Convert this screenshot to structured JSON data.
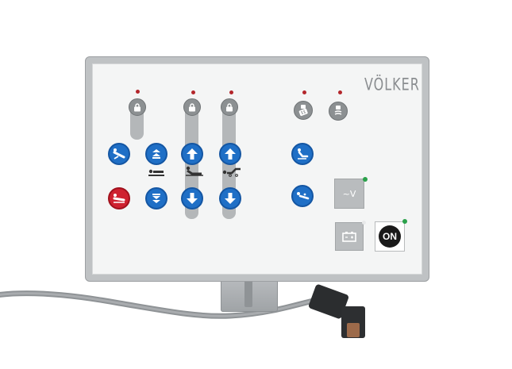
{
  "brand": {
    "logo_text": "VÖLKER"
  },
  "controls": {
    "lock_icons": [
      "lock-icon",
      "lock-icon",
      "lock-icon",
      "lock-handset-icon",
      "lock-leg-icon"
    ],
    "buttons": [
      {
        "name": "backrest-trend-button",
        "icon": "bed-trend-icon",
        "color": "#1f6fc6"
      },
      {
        "name": "backrest-up-button",
        "icon": "bed-up-icon",
        "color": "#1f6fc6"
      },
      {
        "name": "height-up-button",
        "icon": "arrow-up-icon",
        "color": "#1f6fc6"
      },
      {
        "name": "leg-up-button",
        "icon": "arrow-up-icon",
        "color": "#1f6fc6"
      },
      {
        "name": "emergency-cpr-button",
        "icon": "cpr-icon",
        "color": "#cf2130"
      },
      {
        "name": "backrest-down-button",
        "icon": "bed-down-icon",
        "color": "#1f6fc6"
      },
      {
        "name": "height-down-button",
        "icon": "arrow-down-icon",
        "color": "#1f6fc6"
      },
      {
        "name": "leg-down-button",
        "icon": "arrow-down-icon",
        "color": "#1f6fc6"
      },
      {
        "name": "chair-position-button",
        "icon": "chair-icon",
        "color": "#1f6fc6"
      },
      {
        "name": "flat-position-button",
        "icon": "flat-icon",
        "color": "#1f6fc6"
      }
    ]
  },
  "status": {
    "ac_label": "~V",
    "battery_icon": "battery-icon",
    "power_label": "ON",
    "led_red": "#b3262b",
    "led_green": "#2aa14a"
  }
}
